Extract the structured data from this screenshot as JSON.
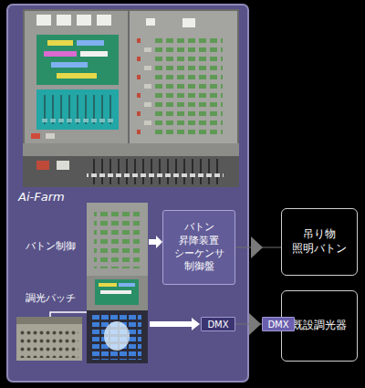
{
  "diagram": {
    "nodes": [
      {
        "text": [
          "Ai-Farm"
        ]
      },
      {
        "text": [
          "バトン 昇降装置 シーケンサ 制御盤"
        ],
        "in": 0
      },
      {
        "text": [
          "DMX"
        ],
        "in": 0
      },
      {
        "text": [
          "DMX"
        ]
      },
      {
        "text": [
          "吊り物 照明バトン"
        ]
      },
      {
        "text": [
          "既設調光器"
        ]
      }
    ],
    "edges": [
      {
        "from": 1,
        "to": 4,
        "arrow": "to"
      },
      {
        "from": 2,
        "to": 3,
        "arrow": "to"
      }
    ],
    "labels": [
      "バトン制御",
      "調光パッチ"
    ]
  }
}
